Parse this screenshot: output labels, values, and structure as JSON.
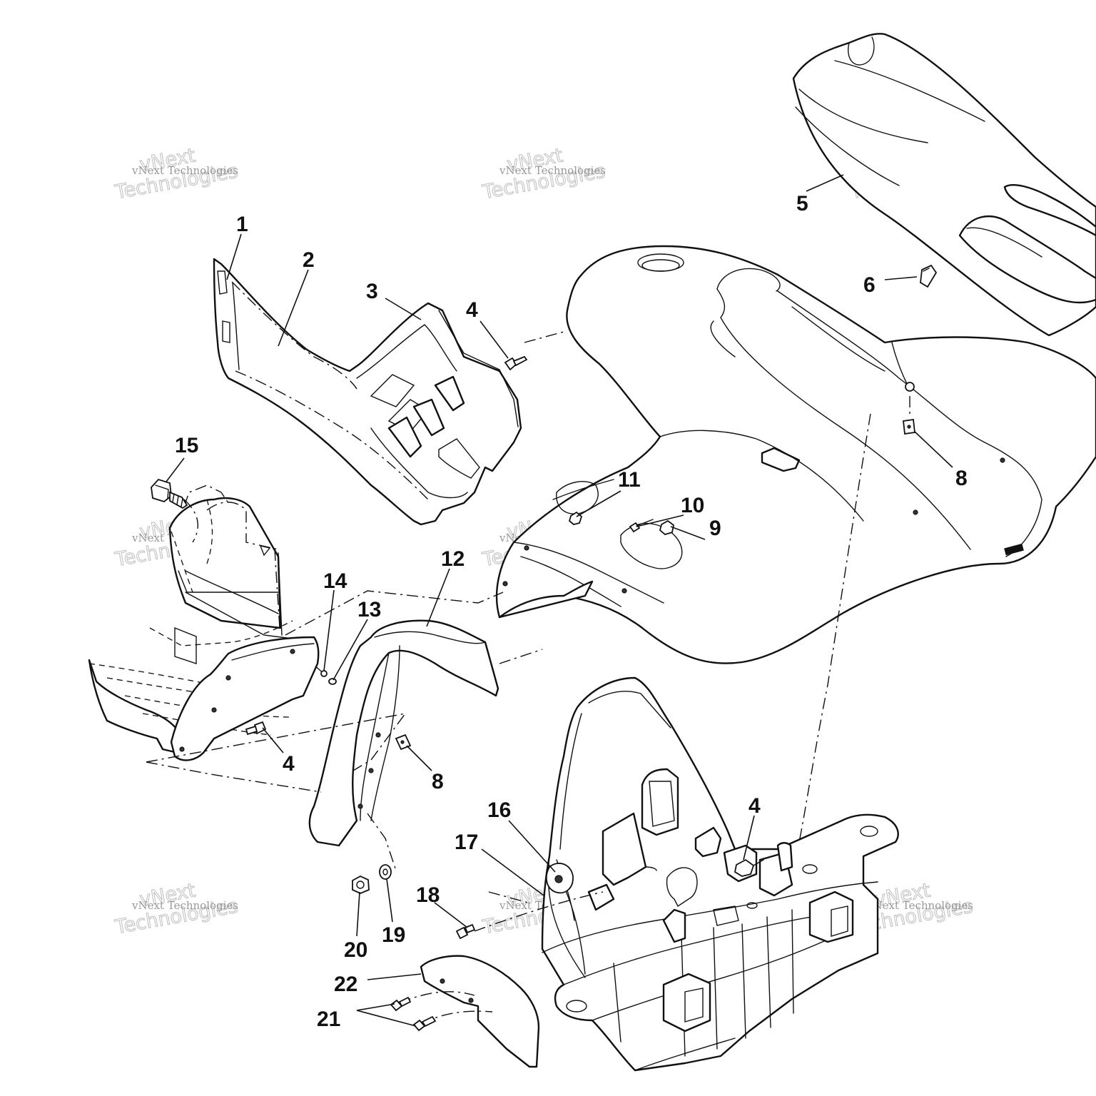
{
  "watermark": {
    "small_text": "vNext Technologies",
    "big_line1": "vNext",
    "big_line2": "Technologies"
  },
  "callouts": [
    {
      "id": "c1",
      "label": "1"
    },
    {
      "id": "c2",
      "label": "2"
    },
    {
      "id": "c3",
      "label": "3"
    },
    {
      "id": "c4a",
      "label": "4"
    },
    {
      "id": "c5",
      "label": "5"
    },
    {
      "id": "c6",
      "label": "6"
    },
    {
      "id": "c8a",
      "label": "8"
    },
    {
      "id": "c11",
      "label": "11"
    },
    {
      "id": "c10",
      "label": "10"
    },
    {
      "id": "c9",
      "label": "9"
    },
    {
      "id": "c15",
      "label": "15"
    },
    {
      "id": "c12",
      "label": "12"
    },
    {
      "id": "c14",
      "label": "14"
    },
    {
      "id": "c13",
      "label": "13"
    },
    {
      "id": "c4b",
      "label": "4"
    },
    {
      "id": "c8b",
      "label": "8"
    },
    {
      "id": "c16",
      "label": "16"
    },
    {
      "id": "c4c",
      "label": "4"
    },
    {
      "id": "c17",
      "label": "17"
    },
    {
      "id": "c18",
      "label": "18"
    },
    {
      "id": "c20",
      "label": "20"
    },
    {
      "id": "c19",
      "label": "19"
    },
    {
      "id": "c22",
      "label": "22"
    },
    {
      "id": "c21",
      "label": "21"
    }
  ]
}
